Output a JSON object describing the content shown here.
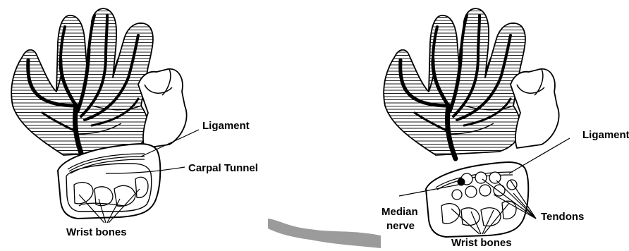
{
  "left_figure": {
    "labels": {
      "ligament": "Ligament",
      "carpal_tunnel": "Carpal Tunnel",
      "wrist_bones": "Wrist bones"
    }
  },
  "right_figure": {
    "labels": {
      "ligament": "Ligament",
      "median_nerve_line1": "Median",
      "median_nerve_line2": "nerve",
      "tendons": "Tendons",
      "wrist_bones": "Wrist bones"
    }
  },
  "colors": {
    "ink": "#000000",
    "background": "#ffffff",
    "smudge": "#8a8a8a"
  }
}
